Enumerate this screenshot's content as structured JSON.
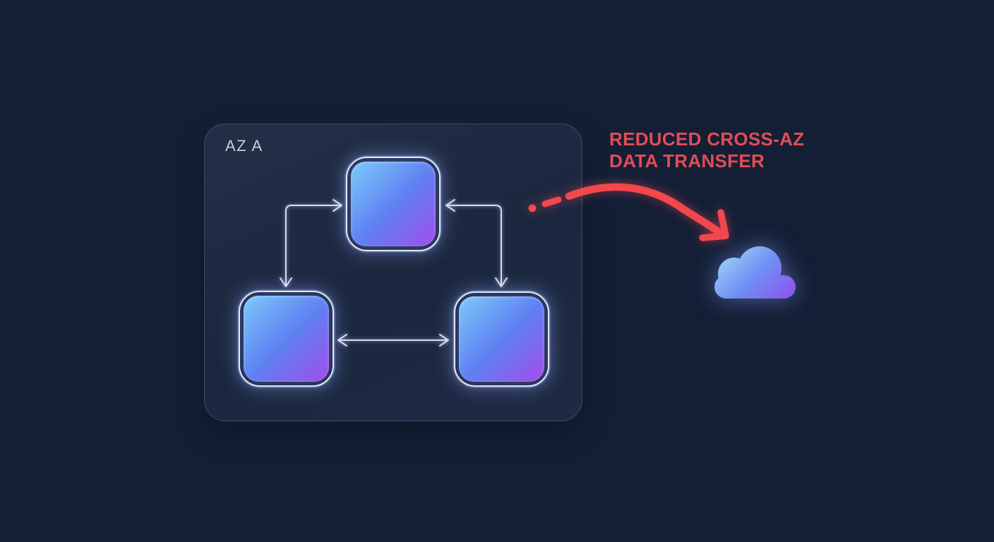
{
  "zone": {
    "label": "AZ A",
    "nodes": [
      "node-top",
      "node-bottom-left",
      "node-bottom-right"
    ],
    "connections": [
      {
        "between": [
          "node-bottom-left",
          "node-top"
        ],
        "shape": "elbow",
        "arrowheads": [
          "into node-top",
          "into node-bottom-left"
        ]
      },
      {
        "between": [
          "node-bottom-right",
          "node-top"
        ],
        "shape": "elbow",
        "arrowheads": [
          "into node-top",
          "into node-bottom-right"
        ]
      },
      {
        "between": [
          "node-bottom-left",
          "node-bottom-right"
        ],
        "shape": "straight",
        "arrowheads": [
          "both ends"
        ]
      }
    ]
  },
  "annotation": {
    "line1": "REDUCED CROSS-AZ",
    "line2": "DATA TRANSFER"
  },
  "icons": {
    "cloud": "cloud-icon",
    "red_arrow": "curved dashed arrow pointing from AZ panel to cloud"
  },
  "colors": {
    "background": "#141f36",
    "az_label": "#c7cdda",
    "line": "#d6deee",
    "node_outline": "#edf1fc",
    "node_grad_1": "#7ccaf9",
    "node_grad_2": "#5f80f2",
    "node_grad_3": "#a44ceb",
    "accent_red": "#f3474e",
    "annotation_red": "#e34c56",
    "cloud_1": "#9ccef9",
    "cloud_2": "#6f90f3",
    "cloud_3": "#8a5af0"
  }
}
